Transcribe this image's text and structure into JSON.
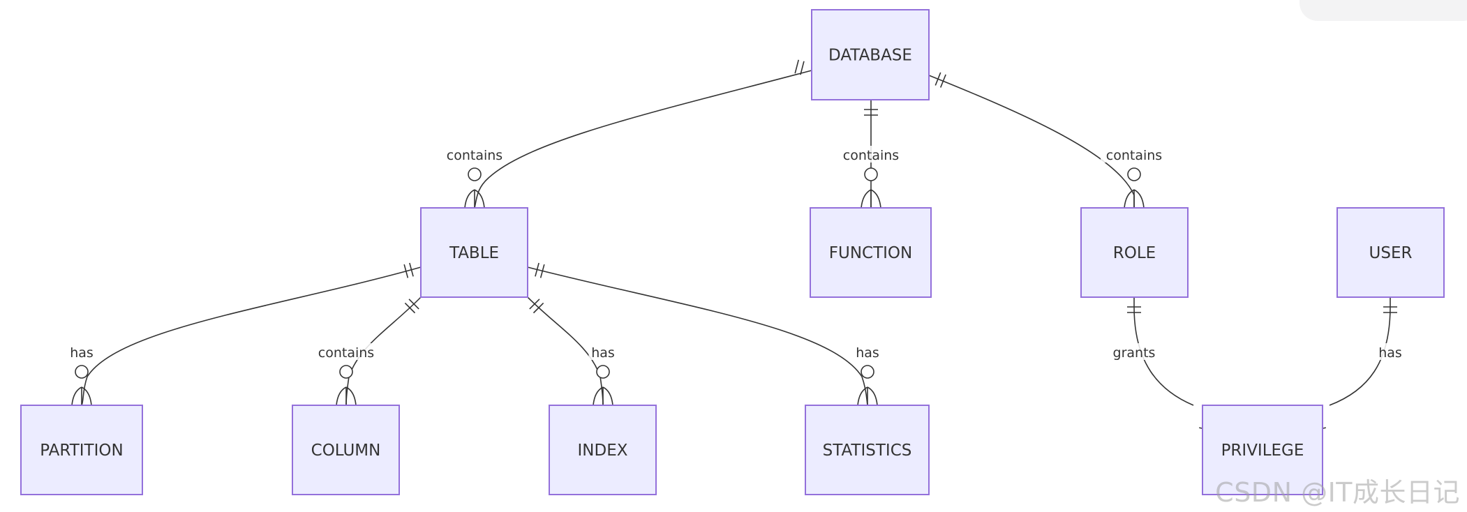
{
  "diagram": {
    "entities": [
      {
        "id": "DATABASE",
        "label": "DATABASE"
      },
      {
        "id": "TABLE",
        "label": "TABLE"
      },
      {
        "id": "FUNCTION",
        "label": "FUNCTION"
      },
      {
        "id": "ROLE",
        "label": "ROLE"
      },
      {
        "id": "USER",
        "label": "USER"
      },
      {
        "id": "PARTITION",
        "label": "PARTITION"
      },
      {
        "id": "COLUMN",
        "label": "COLUMN"
      },
      {
        "id": "INDEX",
        "label": "INDEX"
      },
      {
        "id": "STATISTICS",
        "label": "STATISTICS"
      },
      {
        "id": "PRIVILEGE",
        "label": "PRIVILEGE"
      }
    ],
    "relationships": [
      {
        "from": "DATABASE",
        "to": "TABLE",
        "label": "contains",
        "from_card": "exactly-one",
        "to_card": "zero-or-more"
      },
      {
        "from": "DATABASE",
        "to": "FUNCTION",
        "label": "contains",
        "from_card": "exactly-one",
        "to_card": "zero-or-more"
      },
      {
        "from": "DATABASE",
        "to": "ROLE",
        "label": "contains",
        "from_card": "exactly-one",
        "to_card": "zero-or-more"
      },
      {
        "from": "TABLE",
        "to": "PARTITION",
        "label": "has",
        "from_card": "exactly-one",
        "to_card": "zero-or-more"
      },
      {
        "from": "TABLE",
        "to": "COLUMN",
        "label": "contains",
        "from_card": "exactly-one",
        "to_card": "zero-or-more"
      },
      {
        "from": "TABLE",
        "to": "INDEX",
        "label": "has",
        "from_card": "exactly-one",
        "to_card": "zero-or-more"
      },
      {
        "from": "TABLE",
        "to": "STATISTICS",
        "label": "has",
        "from_card": "exactly-one",
        "to_card": "zero-or-more"
      },
      {
        "from": "ROLE",
        "to": "PRIVILEGE",
        "label": "grants",
        "from_card": "exactly-one",
        "to_card": "zero-or-more"
      },
      {
        "from": "USER",
        "to": "PRIVILEGE",
        "label": "has",
        "from_card": "exactly-one",
        "to_card": "zero-or-more"
      }
    ]
  },
  "watermark": "CSDN @IT成长日记",
  "colors": {
    "entity_fill": "#ECECFF",
    "entity_stroke": "#9370DB",
    "line": "#333333",
    "text": "#333333"
  }
}
